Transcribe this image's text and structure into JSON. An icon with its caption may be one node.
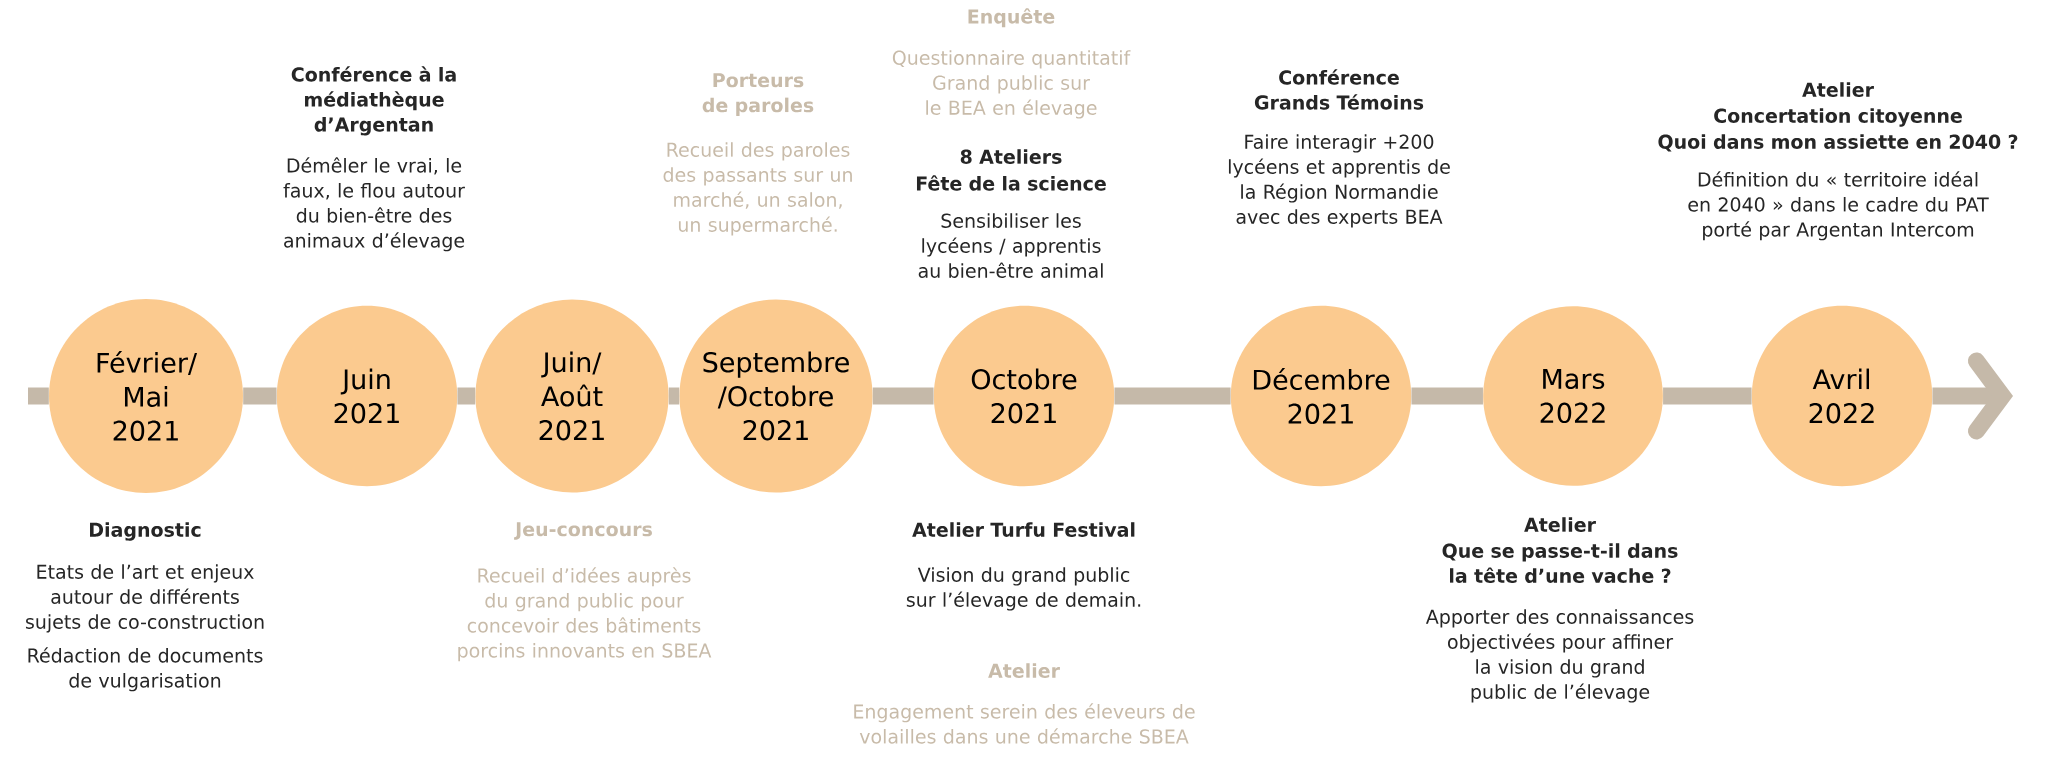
{
  "diagram": {
    "nodes": [
      {
        "text": [
          "Février/ Mai 2021"
        ],
        "beside": [
          "Diagnostic",
          "Etats de l’art et enjeux autour de différents sujets de co-construction",
          "Rédaction de documents de vulgarisation"
        ]
      },
      {
        "text": [
          "Juin 2021"
        ],
        "beside": [
          "Conférence à la médiathèque d’Argentan",
          "Démêler le vrai, le faux, le flou autour du bien-être des animaux d’élevage"
        ]
      },
      {
        "text": [
          "Juin/ Août 2021"
        ],
        "beside": [
          "Jeu-concours",
          "Recueil d’idées auprès du grand public pour concevoir des bâtiments porcins innovants en SBEA"
        ]
      },
      {
        "text": [
          "Septembre /Octobre 2021"
        ],
        "beside": [
          "Porteurs de paroles",
          "Recueil des paroles des passants sur un marché, un salon, un supermarché."
        ]
      },
      {
        "text": [
          "Octobre 2021"
        ],
        "beside": [
          "Enquête",
          "Questionnaire quantitatif Grand public sur le BEA en élevage",
          "8 Ateliers",
          "Fête de la science",
          "Sensibiliser les lycéens / apprentis au bien-être animal",
          "Atelier Turfu Festival",
          "Vision du grand public sur l’élevage de demain.",
          "Atelier",
          "Engagement serein des éleveurs de volailles dans une démarche SBEA"
        ]
      },
      {
        "text": [
          "Décembre 2021"
        ],
        "beside": [
          "Conférence Grands Témoins",
          "Faire interagir +200 lycéens et apprentis de la Région Normandie avec des experts BEA"
        ]
      },
      {
        "text": [
          "Mars 2022"
        ],
        "beside": [
          "Atelier",
          "Que se passe-t-il dans la tête d’une vache ?",
          "Apporter des connaissances objectivées pour affiner la vision du grand public de l’élevage"
        ]
      },
      {
        "text": [
          "Avril 2022"
        ],
        "beside": [
          "Atelier",
          "Concertation citoyenne",
          "Quoi dans mon assiette en 2040 ?",
          "Définition du « territoire idéal en 2040 » dans le cadre du PAT porté par Argentan Intercom"
        ]
      }
    ],
    "edges": [
      {
        "from": null,
        "to": 0,
        "arrow": "none"
      },
      {
        "from": 0,
        "to": 1,
        "arrow": "none"
      },
      {
        "from": 1,
        "to": 2,
        "arrow": "none"
      },
      {
        "from": 2,
        "to": 3,
        "arrow": "none"
      },
      {
        "from": 3,
        "to": 4,
        "arrow": "none"
      },
      {
        "from": 4,
        "to": 5,
        "arrow": "none"
      },
      {
        "from": 5,
        "to": 6,
        "arrow": "none"
      },
      {
        "from": 6,
        "to": 7,
        "arrow": "none"
      },
      {
        "from": 7,
        "to": null,
        "arrow": "to"
      }
    ]
  }
}
